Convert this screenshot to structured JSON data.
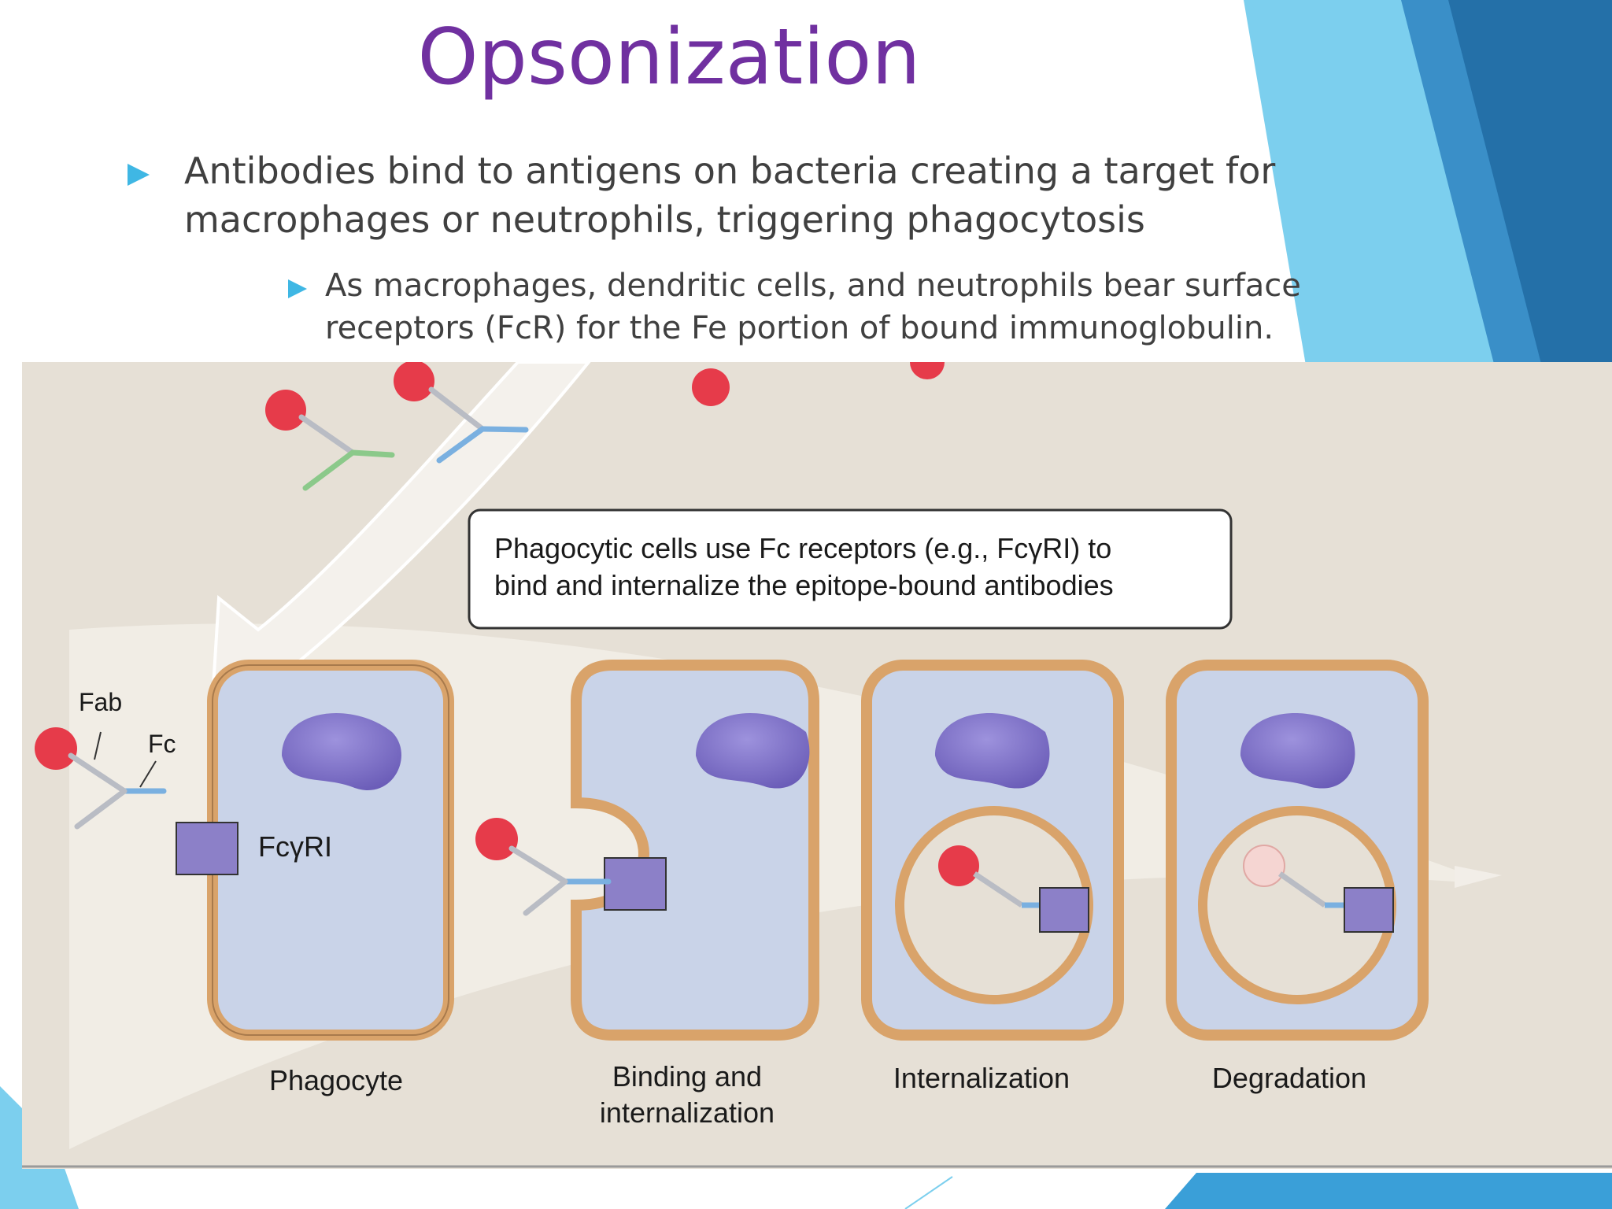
{
  "slide": {
    "title": "Opsonization",
    "bullets": [
      "Antibodies bind to antigens on bacteria creating a target for macrophages or neutrophils, triggering phagocytosis"
    ],
    "sub_bullets": [
      "As macrophages, dendritic cells, and neutrophils bear surface receptors (FcR) for the Fe portion of bound immunoglobulin."
    ]
  },
  "figure": {
    "callout": [
      "Phagocytic cells use Fc receptors (e.g., FcγRI) to",
      "bind and internalize the epitope-bound antibodies"
    ],
    "labels": {
      "fab": "Fab",
      "fc": "Fc",
      "receptor": "FcγRI"
    },
    "stages": [
      "Phagocyte",
      "Binding and internalization",
      "Internalization",
      "Degradation"
    ],
    "stage_lines": {
      "binding_1": "Binding and",
      "binding_2": "internalization"
    }
  },
  "colors": {
    "title": "#7030a0",
    "text": "#404040",
    "bullet_marker": "#3fb7e4",
    "accent_dark": "#2470a8",
    "accent_light": "#7ccfee",
    "cell_membrane": "#d9a36a",
    "cell_interior": "#c9d3e8",
    "nucleus": "#7a6cc4",
    "bacterium": "#e63b4a",
    "antibody_blue": "#7ab0e0",
    "antibody_green": "#8bc98a",
    "receptor": "#8c80c8",
    "figure_bg": "#e6e0d6"
  },
  "icons": {
    "bullet": "triangle-right-icon"
  }
}
